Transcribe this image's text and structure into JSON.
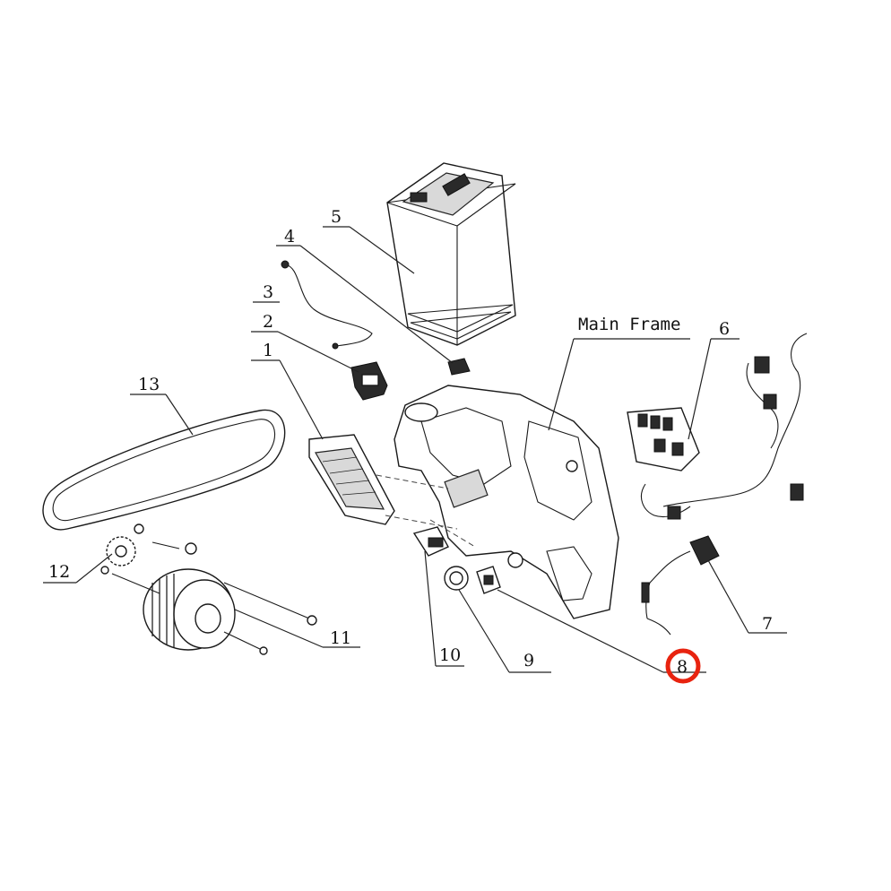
{
  "title": "Main Frame",
  "highlight_color": "#e8230f",
  "callouts": [
    {
      "id": "1",
      "text": "1"
    },
    {
      "id": "2",
      "text": "2"
    },
    {
      "id": "3",
      "text": "3"
    },
    {
      "id": "4",
      "text": "4"
    },
    {
      "id": "5",
      "text": "5"
    },
    {
      "id": "6",
      "text": "6"
    },
    {
      "id": "7",
      "text": "7"
    },
    {
      "id": "8",
      "text": "8",
      "highlighted": true
    },
    {
      "id": "9",
      "text": "9"
    },
    {
      "id": "10",
      "text": "10"
    },
    {
      "id": "11",
      "text": "11"
    },
    {
      "id": "12",
      "text": "12"
    },
    {
      "id": "13",
      "text": "13"
    }
  ]
}
